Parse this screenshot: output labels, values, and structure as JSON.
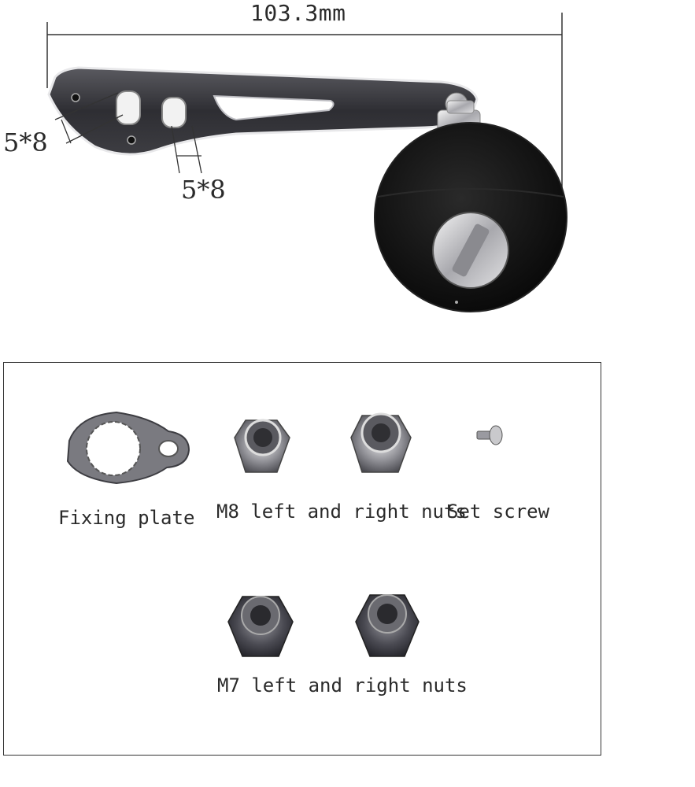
{
  "dimensions": {
    "overall_length": "103.3mm",
    "hole_a": "5*8",
    "hole_b": "5*8"
  },
  "parts": {
    "fixing_plate": "Fixing plate",
    "m8_nuts": "M8 left and right nuts",
    "set_screw": "Set screw",
    "m7_nuts": "M7 left and right nuts"
  },
  "colors": {
    "arm_metal": "#3a3a3e",
    "knob_black": "#111111",
    "chrome": "#c9c9cc",
    "outline": "#333333"
  }
}
